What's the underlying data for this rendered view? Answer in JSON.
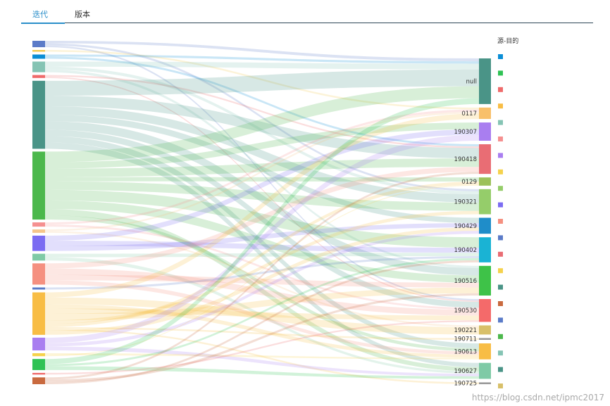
{
  "tabs": [
    {
      "label": "迭代",
      "active": true
    },
    {
      "label": "版本",
      "active": false
    }
  ],
  "watermark": "https://blog.csdn.net/ipmc2017",
  "chart_data": {
    "type": "sankey",
    "legend_title": "源-目的",
    "sources": [
      {
        "name": "",
        "value": 1.5,
        "color": "#5b7bc8"
      },
      {
        "name": "",
        "value": 0.4,
        "color": "#f2c94c"
      },
      {
        "name": "",
        "value": 1.0,
        "color": "#0b8ed6"
      },
      {
        "name": "",
        "value": 2.5,
        "color": "#85c4b4"
      },
      {
        "name": "",
        "value": 0.7,
        "color": "#ef6b6b"
      },
      {
        "name": "",
        "value": 16.0,
        "color": "#4a9487"
      },
      {
        "name": "",
        "value": 16.0,
        "color": "#4cb84c"
      },
      {
        "name": "",
        "value": 1.0,
        "color": "#f59090"
      },
      {
        "name": "",
        "value": 0.8,
        "color": "#f5c58a"
      },
      {
        "name": "",
        "value": 3.6,
        "color": "#7b6cf2"
      },
      {
        "name": "",
        "value": 1.6,
        "color": "#7fcaa6"
      },
      {
        "name": "",
        "value": 5.0,
        "color": "#f59080"
      },
      {
        "name": "",
        "value": 0.5,
        "color": "#5b7bc8"
      },
      {
        "name": "",
        "value": 10.0,
        "color": "#f8bd45"
      },
      {
        "name": "",
        "value": 3.0,
        "color": "#a97ef0"
      },
      {
        "name": "",
        "value": 0.7,
        "color": "#f5d24c"
      },
      {
        "name": "",
        "value": 2.6,
        "color": "#2fc254"
      },
      {
        "name": "",
        "value": 0.4,
        "color": "#ef6b6b"
      },
      {
        "name": "",
        "value": 1.6,
        "color": "#c96a3f"
      }
    ],
    "targets": [
      {
        "name": "null",
        "value": 10.0,
        "color": "#4a9487"
      },
      {
        "name": "0117",
        "value": 2.5,
        "color": "#f8c06a"
      },
      {
        "name": "190307",
        "value": 4.0,
        "color": "#a97ef0"
      },
      {
        "name": "190418",
        "value": 6.5,
        "color": "#e96d74"
      },
      {
        "name": "0129",
        "value": 1.8,
        "color": "#9cc15a"
      },
      {
        "name": "190321",
        "value": 5.5,
        "color": "#95cd6a"
      },
      {
        "name": "190429",
        "value": 3.5,
        "color": "#1f8dc9"
      },
      {
        "name": "190402",
        "value": 5.5,
        "color": "#1ab3d4"
      },
      {
        "name": "190516",
        "value": 6.5,
        "color": "#3ec248"
      },
      {
        "name": "190530",
        "value": 5.0,
        "color": "#f46a6a"
      },
      {
        "name": "190221",
        "value": 2.0,
        "color": "#d8c06a"
      },
      {
        "name": "190711",
        "value": 0.4,
        "color": "#9a9a9a"
      },
      {
        "name": "190613",
        "value": 3.5,
        "color": "#f8bd45"
      },
      {
        "name": "190627",
        "value": 3.5,
        "color": "#7fcaa6"
      },
      {
        "name": "190725",
        "value": 0.4,
        "color": "#9a9a9a"
      }
    ],
    "legend": [
      {
        "name": "",
        "color": "#0b8ed6"
      },
      {
        "name": "",
        "color": "#2fc254"
      },
      {
        "name": "",
        "color": "#ef6b6b"
      },
      {
        "name": "",
        "color": "#f8bd45"
      },
      {
        "name": "",
        "color": "#85c4b4"
      },
      {
        "name": "",
        "color": "#f59090"
      },
      {
        "name": "",
        "color": "#a97ef0"
      },
      {
        "name": "",
        "color": "#f5d24c"
      },
      {
        "name": "",
        "color": "#95cd6a"
      },
      {
        "name": "",
        "color": "#7b6cf2"
      },
      {
        "name": "",
        "color": "#f59080"
      },
      {
        "name": "",
        "color": "#5b7bc8"
      },
      {
        "name": "",
        "color": "#e96d74"
      },
      {
        "name": "",
        "color": "#f5d24c"
      },
      {
        "name": "",
        "color": "#4a9487"
      },
      {
        "name": "",
        "color": "#c96a3f"
      },
      {
        "name": "",
        "color": "#5b7bc8"
      },
      {
        "name": "",
        "color": "#4cb84c"
      },
      {
        "name": "",
        "color": "#85c4b4"
      },
      {
        "name": "",
        "color": "#4a9487"
      },
      {
        "name": "",
        "color": "#d8c06a"
      }
    ],
    "links": [
      [
        0,
        0,
        0.6
      ],
      [
        0,
        5,
        0.5
      ],
      [
        0,
        9,
        0.4
      ],
      [
        1,
        1,
        0.4
      ],
      [
        2,
        0,
        0.5
      ],
      [
        2,
        3,
        0.5
      ],
      [
        3,
        0,
        1.2
      ],
      [
        3,
        5,
        0.7
      ],
      [
        3,
        8,
        0.6
      ],
      [
        4,
        3,
        0.4
      ],
      [
        4,
        9,
        0.3
      ],
      [
        5,
        0,
        3.5
      ],
      [
        5,
        3,
        2.5
      ],
      [
        5,
        5,
        2.0
      ],
      [
        5,
        6,
        1.5
      ],
      [
        5,
        8,
        2.0
      ],
      [
        5,
        9,
        1.5
      ],
      [
        5,
        12,
        1.5
      ],
      [
        5,
        13,
        1.5
      ],
      [
        6,
        0,
        2.5
      ],
      [
        6,
        2,
        1.5
      ],
      [
        6,
        3,
        2.0
      ],
      [
        6,
        4,
        1.0
      ],
      [
        6,
        5,
        2.0
      ],
      [
        6,
        7,
        2.5
      ],
      [
        6,
        8,
        2.0
      ],
      [
        6,
        13,
        1.5
      ],
      [
        6,
        12,
        1.0
      ],
      [
        7,
        1,
        0.5
      ],
      [
        7,
        9,
        0.5
      ],
      [
        8,
        1,
        0.4
      ],
      [
        8,
        10,
        0.4
      ],
      [
        9,
        2,
        1.2
      ],
      [
        9,
        7,
        1.2
      ],
      [
        9,
        6,
        1.2
      ],
      [
        10,
        7,
        0.8
      ],
      [
        10,
        13,
        0.8
      ],
      [
        11,
        3,
        1.2
      ],
      [
        11,
        9,
        1.5
      ],
      [
        11,
        8,
        1.3
      ],
      [
        11,
        12,
        1.0
      ],
      [
        12,
        7,
        0.5
      ],
      [
        13,
        1,
        1.2
      ],
      [
        13,
        10,
        1.6
      ],
      [
        13,
        12,
        1.0
      ],
      [
        13,
        9,
        1.2
      ],
      [
        13,
        8,
        1.6
      ],
      [
        13,
        5,
        0.8
      ],
      [
        13,
        4,
        0.8
      ],
      [
        13,
        11,
        0.4
      ],
      [
        13,
        14,
        0.4
      ],
      [
        13,
        6,
        1.0
      ],
      [
        14,
        2,
        1.3
      ],
      [
        14,
        6,
        0.8
      ],
      [
        14,
        13,
        0.9
      ],
      [
        15,
        12,
        0.5
      ],
      [
        15,
        4,
        0.2
      ],
      [
        16,
        0,
        1.2
      ],
      [
        16,
        7,
        0.5
      ],
      [
        16,
        13,
        0.9
      ],
      [
        17,
        9,
        0.4
      ],
      [
        18,
        3,
        0.5
      ],
      [
        18,
        8,
        0.6
      ],
      [
        18,
        7,
        0.5
      ]
    ]
  }
}
